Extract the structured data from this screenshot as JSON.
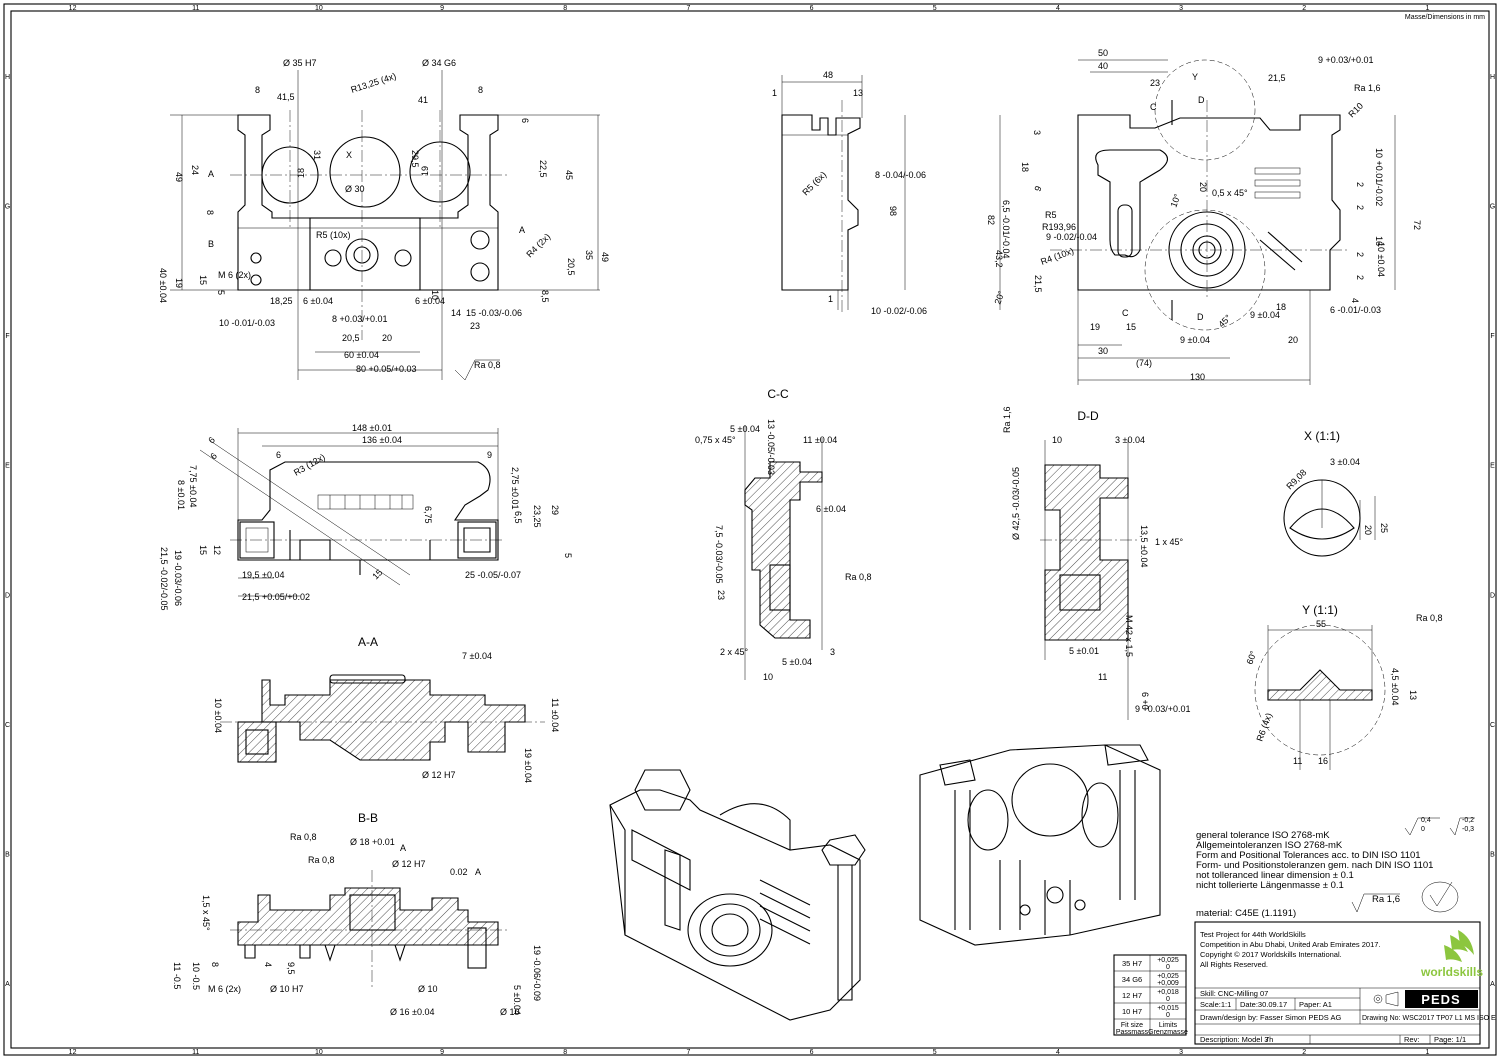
{
  "header_note": "Masse/Dimensions in mm",
  "border": {
    "columns": [
      "12",
      "11",
      "10",
      "9",
      "8",
      "7",
      "6",
      "5",
      "4",
      "3",
      "2",
      "1"
    ],
    "rows": [
      "H",
      "G",
      "F",
      "E",
      "D",
      "C",
      "B",
      "A"
    ]
  },
  "views": {
    "front": {
      "dims": [
        "Ø 35 H7",
        "Ø 34 G6",
        "8",
        "41,5",
        "R13,25 (4x)",
        "41",
        "8",
        "6",
        "31",
        "18",
        "29,5",
        "19",
        "Ø 30",
        "22,5",
        "45",
        "49",
        "24",
        "A",
        "X",
        "A",
        "B",
        "R5 (10x)",
        "R4 (2x)",
        "20,5",
        "35",
        "49",
        "40 ±0.04",
        "19",
        "15",
        "5",
        "M 6 (2x)",
        "8",
        "8,5",
        "10",
        "18,25",
        "6 ±0.04",
        "6 ±0.04",
        "14",
        "15 -0.03/-0.06",
        "10 -0.01/-0.03",
        "8 +0.03/+0.01",
        "20,5",
        "20",
        "23",
        "60 ±0.04",
        "80 +0.05/+0.03",
        "Ra 0,8"
      ]
    },
    "side": {
      "dims": [
        "48",
        "1",
        "13",
        "R5 (6x)",
        "8 -0.04/-0.06",
        "98",
        "1",
        "10 -0.02/-0.06"
      ]
    },
    "rear": {
      "dims": [
        "50",
        "40",
        "23",
        "21,5",
        "9 +0.03/+0.01",
        "Y",
        "D",
        "C",
        "Ra 1,6",
        "R10",
        "3",
        "18",
        "20",
        "10 +0.01/-0.02",
        "6,5 -0.01/-0.04",
        "9",
        "R5",
        "R193,96",
        "9 -0.02/-0.04",
        "82",
        "43,2",
        "21,5",
        "R4 (10x)",
        "20°",
        "0,5 x 45°",
        "10°",
        "2",
        "2",
        "16",
        "10 ±0.04",
        "72",
        "2",
        "2",
        "4",
        "C",
        "D",
        "18",
        "45°",
        "9 ±0.04",
        "19",
        "15",
        "30",
        "(74)",
        "9 ±0.04",
        "20",
        "6 -0.01/-0.03",
        "130"
      ]
    },
    "top": {
      "dims": [
        "148 ±0.01",
        "136 ±0.04",
        "6",
        "6",
        "R3 (12x)",
        "9",
        "2,75 ±0.01",
        "7,75 ±0.04",
        "8 ±0.01",
        "6",
        "6,75",
        "6,5",
        "23,25",
        "29",
        "21,5 -0.02/-0.05",
        "19 -0.03/-0.06",
        "15",
        "12",
        "19,5 ±0.04",
        "21,5 +0.05/+0.02",
        "25 -0.05/-0.07",
        "5",
        "15"
      ]
    },
    "section_aa": {
      "title": "A-A",
      "dims": [
        "7 ±0.04",
        "10 ±0.04",
        "11 ±0.04",
        "19 ±0.04",
        "Ø 12 H7"
      ]
    },
    "section_bb": {
      "title": "B-B",
      "dims": [
        "Ra 0,8",
        "Ø 18 +0.01",
        "A",
        "Ra 0,8",
        "Ø 12 H7",
        "0.02",
        "A",
        "1,5 x 45°",
        "11 -0.5",
        "10 -0.5",
        "8",
        "4",
        "9,5",
        "M 6 (2x)",
        "Ø 10 H7",
        "Ø 10",
        "19 -0.06/-0.09",
        "5 ±0.04",
        "Ø 16 ±0.04",
        "Ø 10"
      ]
    },
    "section_cc": {
      "title": "C-C",
      "dims": [
        "13 -0.05/-0.03",
        "5 ±0.04",
        "0,75 x 45°",
        "11 ±0.04",
        "7,5 -0.03/-0.05",
        "6 ±0.04",
        "23",
        "Ra 0,8",
        "2 x 45°",
        "3",
        "5 ±0.04",
        "10"
      ]
    },
    "section_dd": {
      "title": "D-D",
      "dims": [
        "Ra 1,6",
        "10",
        "3 ±0.04",
        "Ø 42,5 -0.03/-0.05",
        "13,5 ±0.04",
        "1 x 45°",
        "M 42 x 1,5",
        "5 ±0.01",
        "11",
        "6 +0",
        "9 +0.03/+0.01"
      ]
    },
    "detail_x": {
      "title": "X (1:1)",
      "dims": [
        "3 ±0.04",
        "R9,08",
        "20",
        "25"
      ]
    },
    "detail_y": {
      "title": "Y (1:1)",
      "dims": [
        "55",
        "Ra 0,8",
        "60°",
        "4,5 ±0.04",
        "13",
        "R6 (4x)",
        "11",
        "16"
      ]
    }
  },
  "fits_table": {
    "rows": [
      {
        "fit": "35 H7",
        "upper": "+0,025",
        "lower": "0"
      },
      {
        "fit": "34 G6",
        "upper": "+0,025",
        "lower": "+0,009"
      },
      {
        "fit": "12 H7",
        "upper": "+0,018",
        "lower": "0"
      },
      {
        "fit": "10 H7",
        "upper": "+0,015",
        "lower": "0"
      }
    ],
    "foot_left": "Fit size\nPassmass",
    "foot_right": "Limits\nGrenzmasse"
  },
  "tolerance_notes": [
    "general tolerance ISO 2768-mK",
    "Allgemeintoleranzen ISO 2768-mK",
    "Form and Positional Tolerances acc. to DIN ISO 1101",
    "Form- und Positionstoleranzen gem. nach DIN ISO 1101",
    "not tolleranced linear dimension ± 0.1",
    "nicht tollerierte Längenmasse ± 0.1"
  ],
  "flatness": {
    "a": "0,4",
    "b": "0",
    "c": "-0,2",
    "d": "-0,3"
  },
  "material": "material: C45E (1.1191)",
  "surface": "Ra 1,6",
  "title_block": {
    "project": "Test Project for 44th  WorldSkills",
    "competition": "Competition in Abu Dhabi, United Arab Emirates 2017.",
    "copyright": "Copyright  © 2017 Worldskills International.",
    "rights": "All Rights Reserved.",
    "skill": "Skill: CNC-Milling 07",
    "scale": "Scale:1:1",
    "date": "Date:30.09.17",
    "paper": "Paper: A1",
    "drawn": "Drawn/design by: Fasser Simon PEDS AG",
    "drawing_no": "Drawing No: WSC2017 TP07 L1 MS ISO E",
    "description": "Description: Model 3",
    "hours": "7h",
    "rev": "Rev:",
    "page": "Page: 1/1",
    "brand": "PEDS",
    "logo": "worldskills"
  }
}
